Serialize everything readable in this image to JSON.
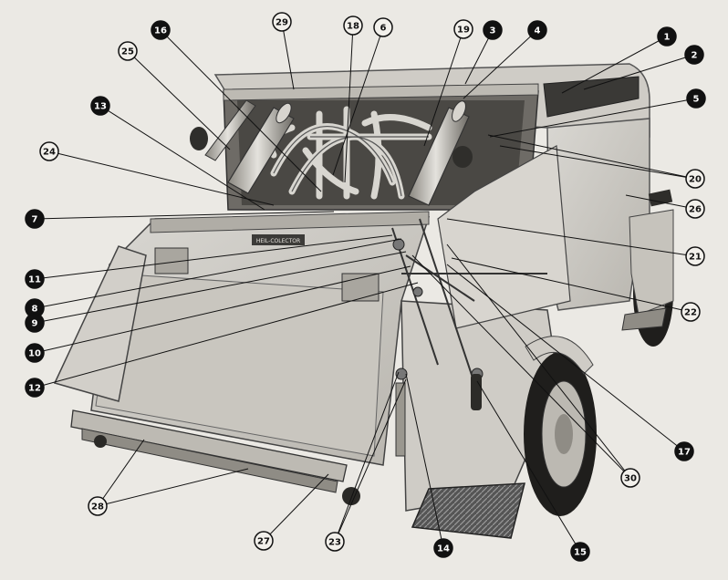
{
  "diagram": {
    "logo_text": "HEIL-COLECTOR",
    "callouts": [
      {
        "id": "c1",
        "label": "1",
        "style": "filled"
      },
      {
        "id": "c2",
        "label": "2",
        "style": "filled"
      },
      {
        "id": "c3",
        "label": "3",
        "style": "filled"
      },
      {
        "id": "c4",
        "label": "4",
        "style": "filled"
      },
      {
        "id": "c5",
        "label": "5",
        "style": "filled"
      },
      {
        "id": "c6",
        "label": "6",
        "style": "outline"
      },
      {
        "id": "c7",
        "label": "7",
        "style": "filled"
      },
      {
        "id": "c8",
        "label": "8",
        "style": "filled"
      },
      {
        "id": "c9",
        "label": "9",
        "style": "filled"
      },
      {
        "id": "c10",
        "label": "10",
        "style": "filled"
      },
      {
        "id": "c11",
        "label": "11",
        "style": "filled"
      },
      {
        "id": "c12",
        "label": "12",
        "style": "filled"
      },
      {
        "id": "c13",
        "label": "13",
        "style": "filled"
      },
      {
        "id": "c14",
        "label": "14",
        "style": "filled"
      },
      {
        "id": "c15",
        "label": "15",
        "style": "filled"
      },
      {
        "id": "c16",
        "label": "16",
        "style": "filled"
      },
      {
        "id": "c17",
        "label": "17",
        "style": "filled"
      },
      {
        "id": "c18",
        "label": "18",
        "style": "outline"
      },
      {
        "id": "c19",
        "label": "19",
        "style": "outline"
      },
      {
        "id": "c20",
        "label": "20",
        "style": "outline"
      },
      {
        "id": "c21",
        "label": "21",
        "style": "outline"
      },
      {
        "id": "c22",
        "label": "22",
        "style": "outline"
      },
      {
        "id": "c23",
        "label": "23",
        "style": "outline"
      },
      {
        "id": "c24",
        "label": "24",
        "style": "outline"
      },
      {
        "id": "c25",
        "label": "25",
        "style": "outline"
      },
      {
        "id": "c26",
        "label": "26",
        "style": "outline"
      },
      {
        "id": "c27",
        "label": "27",
        "style": "outline"
      },
      {
        "id": "c28",
        "label": "28",
        "style": "outline"
      },
      {
        "id": "c29",
        "label": "29",
        "style": "outline"
      },
      {
        "id": "c30",
        "label": "30",
        "style": "outline"
      }
    ]
  }
}
